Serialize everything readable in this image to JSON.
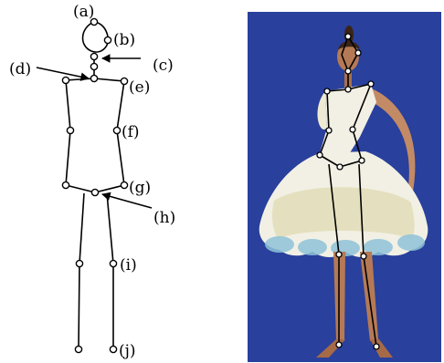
{
  "labels": {
    "a": "(a)",
    "b": "(b)",
    "c": "(c)",
    "d": "(d)",
    "e": "(e)",
    "f": "(f)",
    "g": "(g)",
    "h": "(h)",
    "i": "(i)",
    "j": "(j)"
  },
  "colors": {
    "photo_background": "#2d45a0",
    "dress": "#f2f0e4",
    "dress_shadow": "#d9d3a0",
    "dress_hem_blue": "#8fc3d9",
    "skin": "#b57a55",
    "hair": "#3a2418",
    "skeleton_line": "#000000",
    "joint_fill": "#ffffff"
  }
}
